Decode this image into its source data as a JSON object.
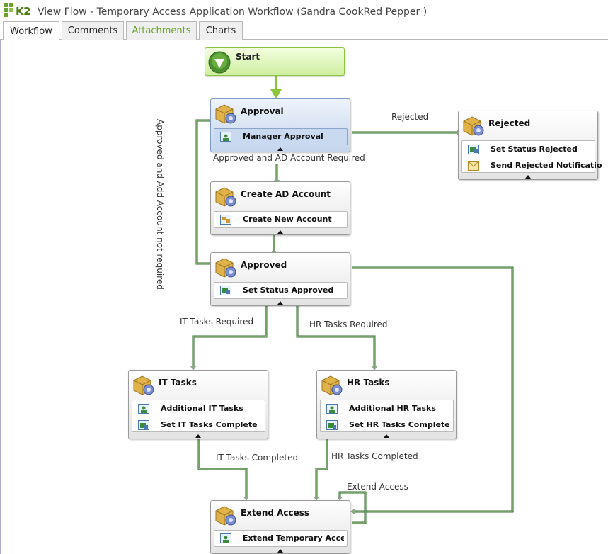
{
  "header": {
    "logo_text": "K2",
    "title": "View Flow - Temporary Access Application Workflow (Sandra CookRed Pepper )"
  },
  "tabs": [
    {
      "label": "Workflow",
      "active": true
    },
    {
      "label": "Comments",
      "active": false
    },
    {
      "label": "Attachments",
      "active": false,
      "color": "#6aa329"
    },
    {
      "label": "Charts",
      "active": false
    }
  ],
  "nodes": {
    "start": {
      "title": "Start"
    },
    "approval": {
      "title": "Approval",
      "items": [
        "Manager Approval"
      ],
      "selected": true
    },
    "rejected": {
      "title": "Rejected",
      "items": [
        "Set Status Rejected",
        "Send Rejected Notificatio"
      ]
    },
    "create_ad": {
      "title": "Create AD Account",
      "items": [
        "Create New Account"
      ]
    },
    "approved": {
      "title": "Approved",
      "items": [
        "Set Status Approved"
      ]
    },
    "it_tasks": {
      "title": "IT Tasks",
      "items": [
        "Additional IT Tasks",
        "Set IT Tasks Complete"
      ]
    },
    "hr_tasks": {
      "title": "HR Tasks",
      "items": [
        "Additional HR Tasks",
        "Set HR Tasks Complete"
      ]
    },
    "extend": {
      "title": "Extend Access",
      "items": [
        "Extend Temporary Access"
      ]
    }
  },
  "lines": {
    "rejected": "Rejected",
    "approved_ad": "Approved and AD Account Required",
    "approved_no_ad": "Approved and Add Account not required",
    "it_required": "IT Tasks Required",
    "hr_required": "HR Tasks Required",
    "it_completed": "IT Tasks Completed",
    "hr_completed": "HR Tasks Completed",
    "extend_access": "Extend Access"
  },
  "colors": {
    "line_green": "#3d7a32",
    "start_green": "#8cc63f",
    "brand": "#6aa329"
  }
}
